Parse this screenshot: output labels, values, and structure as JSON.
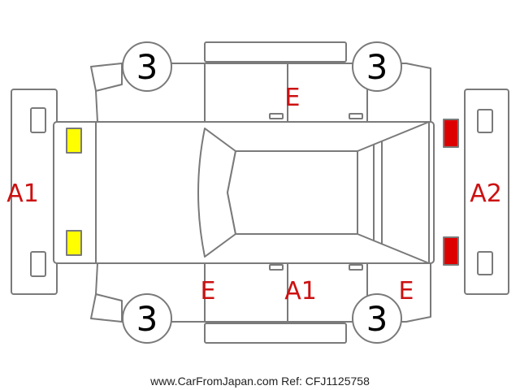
{
  "colors": {
    "outline": "#7a7a7a",
    "damage_label": "#cc1111",
    "marker_yellow": "#ffff00",
    "marker_red": "#dd0000"
  },
  "legend": {
    "yellow_marker": "yellow-rectangle",
    "red_marker": "red-rectangle"
  },
  "labels": {
    "front_bumper": "A1",
    "rear_bumper": "A2",
    "roof_door_upper": "E",
    "door_front_lower": "E",
    "door_center_lower": "A1",
    "door_rear_lower": "E"
  },
  "wheels": {
    "front_left": "3",
    "front_right": "3",
    "rear_left": "3",
    "rear_right": "3"
  },
  "footer": {
    "watermark": "www.CarFromJapan.com Ref: CFJ1125758"
  }
}
